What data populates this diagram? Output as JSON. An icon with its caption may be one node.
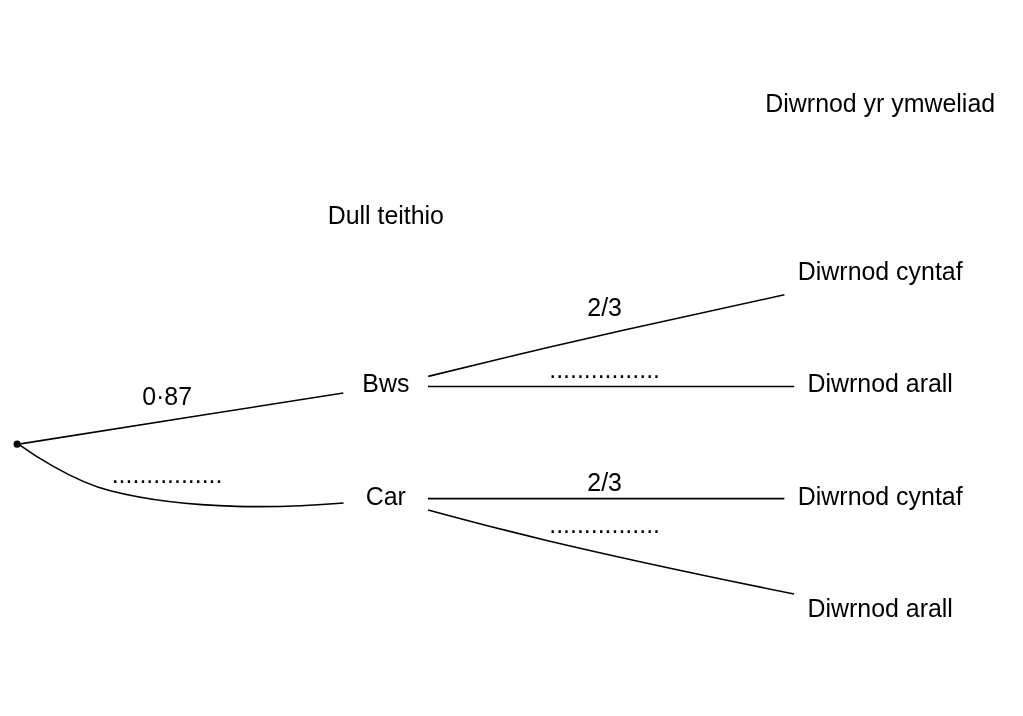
{
  "diagram": {
    "nodes": [
      {
        "text": [],
        "shape": "point"
      },
      {
        "text": [
          "Bws"
        ]
      },
      {
        "text": [
          "Car"
        ]
      },
      {
        "text": [
          "Diwrnod cyntaf"
        ]
      },
      {
        "text": [
          "Diwrnod arall"
        ]
      },
      {
        "text": [
          "Diwrnod cyntaf"
        ]
      },
      {
        "text": [
          "Diwrnod arall"
        ]
      }
    ],
    "edges": [
      {
        "from": 0,
        "to": 1,
        "arrow": "none",
        "label": "0·87"
      },
      {
        "from": 0,
        "to": 2,
        "arrow": "none",
        "label": "................"
      },
      {
        "from": 1,
        "to": 3,
        "arrow": "none",
        "label": "2/3"
      },
      {
        "from": 1,
        "to": 4,
        "arrow": "none",
        "label": "................"
      },
      {
        "from": 2,
        "to": 5,
        "arrow": "none",
        "label": "2/3"
      },
      {
        "from": 2,
        "to": 6,
        "arrow": "none",
        "label": "................"
      }
    ],
    "labels": [
      "Dull teithio",
      "Diwrnod yr ymweliad"
    ]
  }
}
